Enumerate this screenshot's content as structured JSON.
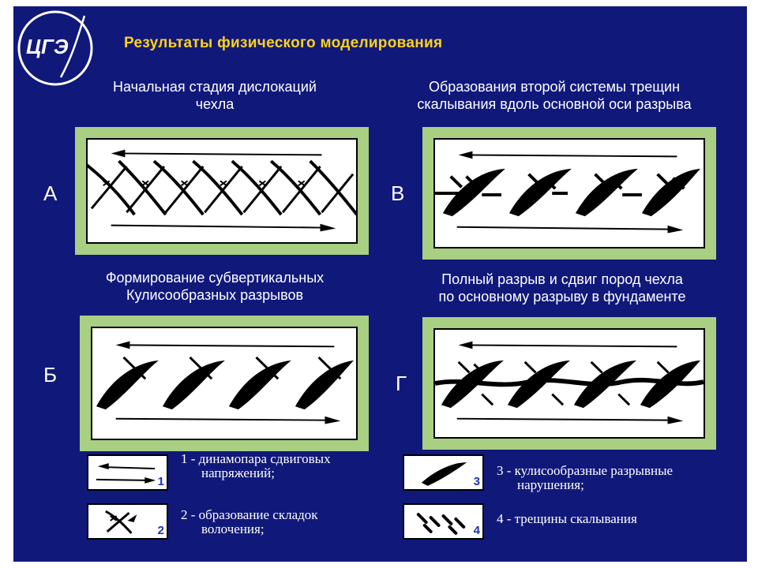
{
  "logo_text": "ЦГЭ",
  "title": "Результаты физического моделирования",
  "panels": {
    "a": {
      "letter": "А",
      "caption_line1": "Начальная стадия дислокаций",
      "caption_line2": "чехла"
    },
    "b": {
      "letter": "Б",
      "caption_line1": "Формирование субвертикальных",
      "caption_line2": "Кулисообразных разрывов"
    },
    "v": {
      "letter": "В",
      "caption_line1": "Образования второй системы трещин",
      "caption_line2": "скалывания вдоль основной оси разрыва"
    },
    "g": {
      "letter": "Г",
      "caption_line1": "Полный разрыв и сдвиг пород чехла",
      "caption_line2": "по основному разрыву в фундаменте"
    }
  },
  "legend": [
    {
      "num": "1",
      "line1": "1 - динамопара сдвиговых",
      "line2": "напряжений;",
      "icon": "shear-couple-icon"
    },
    {
      "num": "2",
      "line1": "2 - образование складок",
      "line2": "волочения;",
      "icon": "drag-fold-icon"
    },
    {
      "num": "3",
      "line1": "3 - кулисообразные разрывные",
      "line2": "нарушения;",
      "icon": "en-echelon-fault-icon"
    },
    {
      "num": "4",
      "line1": "4 - трещины скалывания",
      "line2": "",
      "icon": "shear-fracture-icon"
    }
  ],
  "colors": {
    "background": "#10197a",
    "title": "#ffd21a",
    "panel_frame": "#a9cf83",
    "legend_number": "#1f2fc0"
  }
}
